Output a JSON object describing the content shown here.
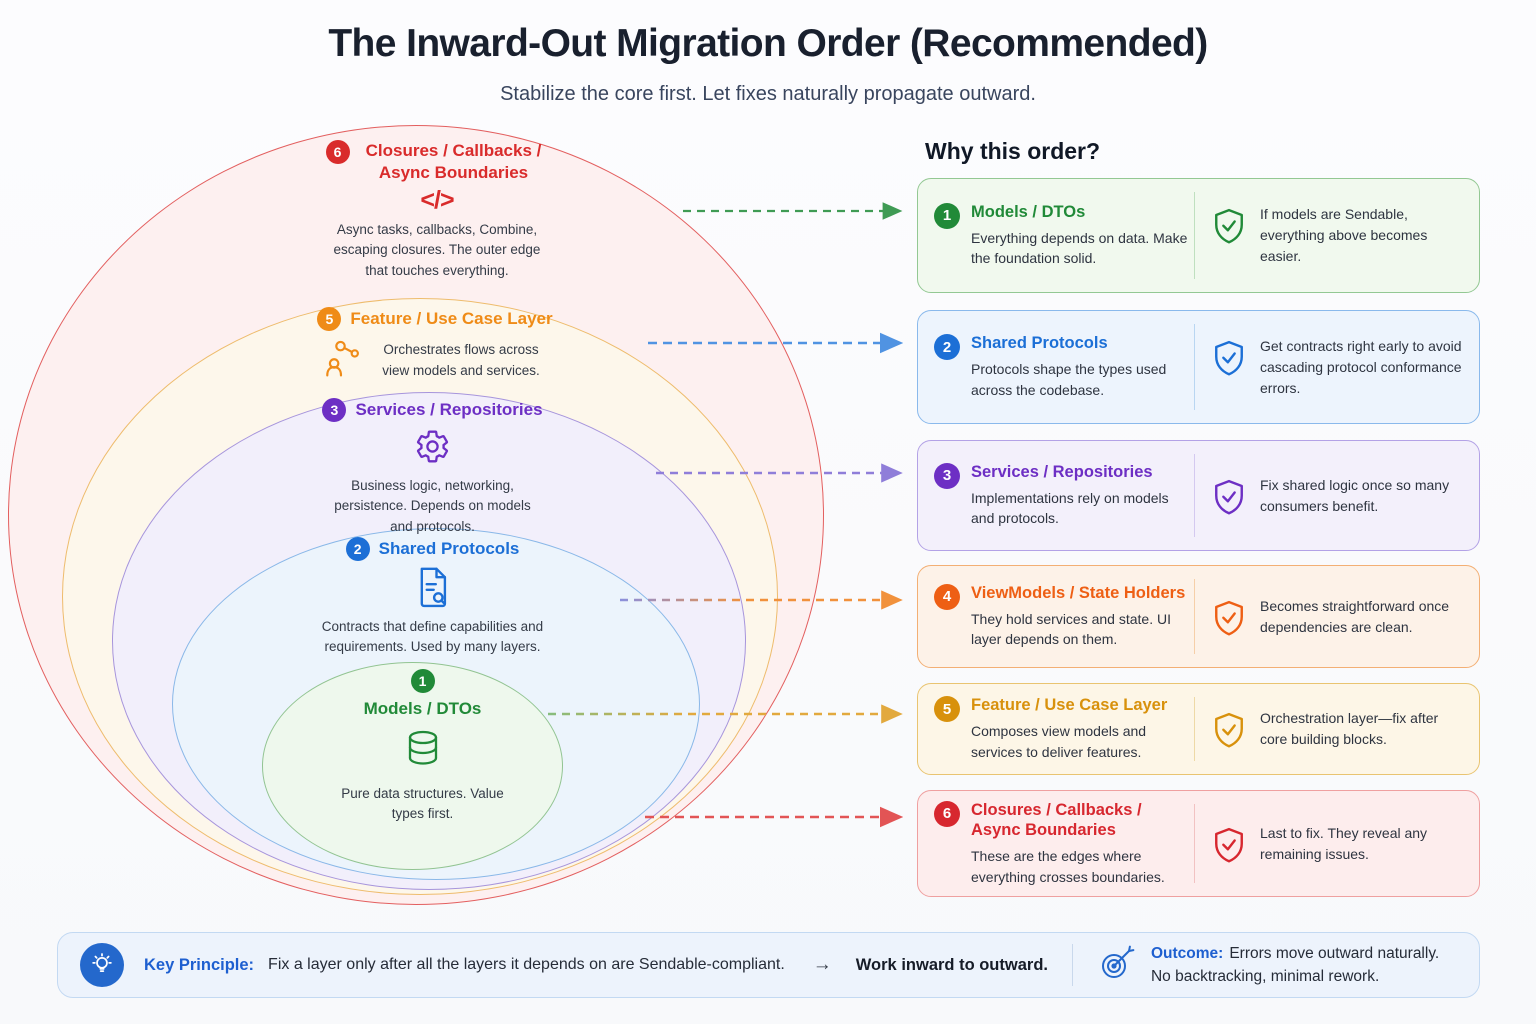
{
  "header": {
    "title": "The Inward-Out Migration Order (Recommended)",
    "subtitle": "Stabilize the core first. Let fixes naturally propagate outward."
  },
  "diagram": {
    "rings": [
      {
        "num": "6",
        "title": "Closures / Callbacks / Async Boundaries",
        "icon": "code-icon",
        "icon_glyph": "</>",
        "desc": "Async tasks, callbacks, Combine, escaping closures. The outer edge that touches everything.",
        "accent": "#d92b2b"
      },
      {
        "num": "5",
        "title": "Feature / Use Case Layer",
        "icon": "people-flow-icon",
        "desc": "Orchestrates flows across view models and services.",
        "accent": "#ef8b17"
      },
      {
        "num": "3",
        "title": "Services / Repositories",
        "icon": "gear-icon",
        "desc": "Business logic, networking, persistence. Depends on models and protocols.",
        "accent": "#6d2fc4"
      },
      {
        "num": "2",
        "title": "Shared Protocols",
        "icon": "document-icon",
        "desc": "Contracts that define capabilities and requirements. Used by many layers.",
        "accent": "#1c6fd6"
      },
      {
        "num": "1",
        "title": "Models / DTOs",
        "icon": "database-icon",
        "desc": "Pure data structures. Value types first.",
        "accent": "#218a38"
      }
    ],
    "arrow_colors": {
      "to_card_1": "#3f9b54",
      "to_card_2": "#5093e2",
      "to_card_3": "#8f7ed9",
      "to_card_4": "#f1913c",
      "to_card_5": "#e2a93e",
      "to_card_6": "#e25455"
    }
  },
  "panel": {
    "heading": "Why this order?",
    "cards": [
      {
        "num": "1",
        "title": "Models / DTOs",
        "desc": "Everything depends on data. Make the foundation solid.",
        "benefit": "If models are Sendable, everything above becomes easier.",
        "accent": "#218a38"
      },
      {
        "num": "2",
        "title": "Shared Protocols",
        "desc": "Protocols shape the types used across the codebase.",
        "benefit": "Get contracts right early to avoid cascading protocol conformance errors.",
        "accent": "#1c6fd6"
      },
      {
        "num": "3",
        "title": "Services / Repositories",
        "desc": "Implementations rely on models and protocols.",
        "benefit": "Fix shared logic once so many consumers benefit.",
        "accent": "#6d2fc4"
      },
      {
        "num": "4",
        "title": "ViewModels / State Holders",
        "desc": "They hold services and state. UI layer depends on them.",
        "benefit": "Becomes straightforward once dependencies are clean.",
        "accent": "#ee5f14"
      },
      {
        "num": "5",
        "title": "Feature / Use Case Layer",
        "desc": "Composes view models and services to deliver features.",
        "benefit": "Orchestration layer—fix after core building blocks.",
        "accent": "#d8910c"
      },
      {
        "num": "6",
        "title": "Closures / Callbacks / Async Boundaries",
        "desc": "These are the edges where everything crosses boundaries.",
        "benefit": "Last to fix. They reveal any remaining issues.",
        "accent": "#d7272f"
      }
    ]
  },
  "footer": {
    "icon": "lightbulb-icon",
    "key_label": "Key Principle:",
    "key_text": "Fix a layer only after all the layers it depends on are Sendable-compliant.",
    "arrow": "→",
    "key_emphasis": "Work inward to outward.",
    "outcome_icon": "target-icon",
    "outcome_label": "Outcome:",
    "outcome_text1": "Errors move outward naturally.",
    "outcome_text2": "No backtracking, minimal rework."
  }
}
